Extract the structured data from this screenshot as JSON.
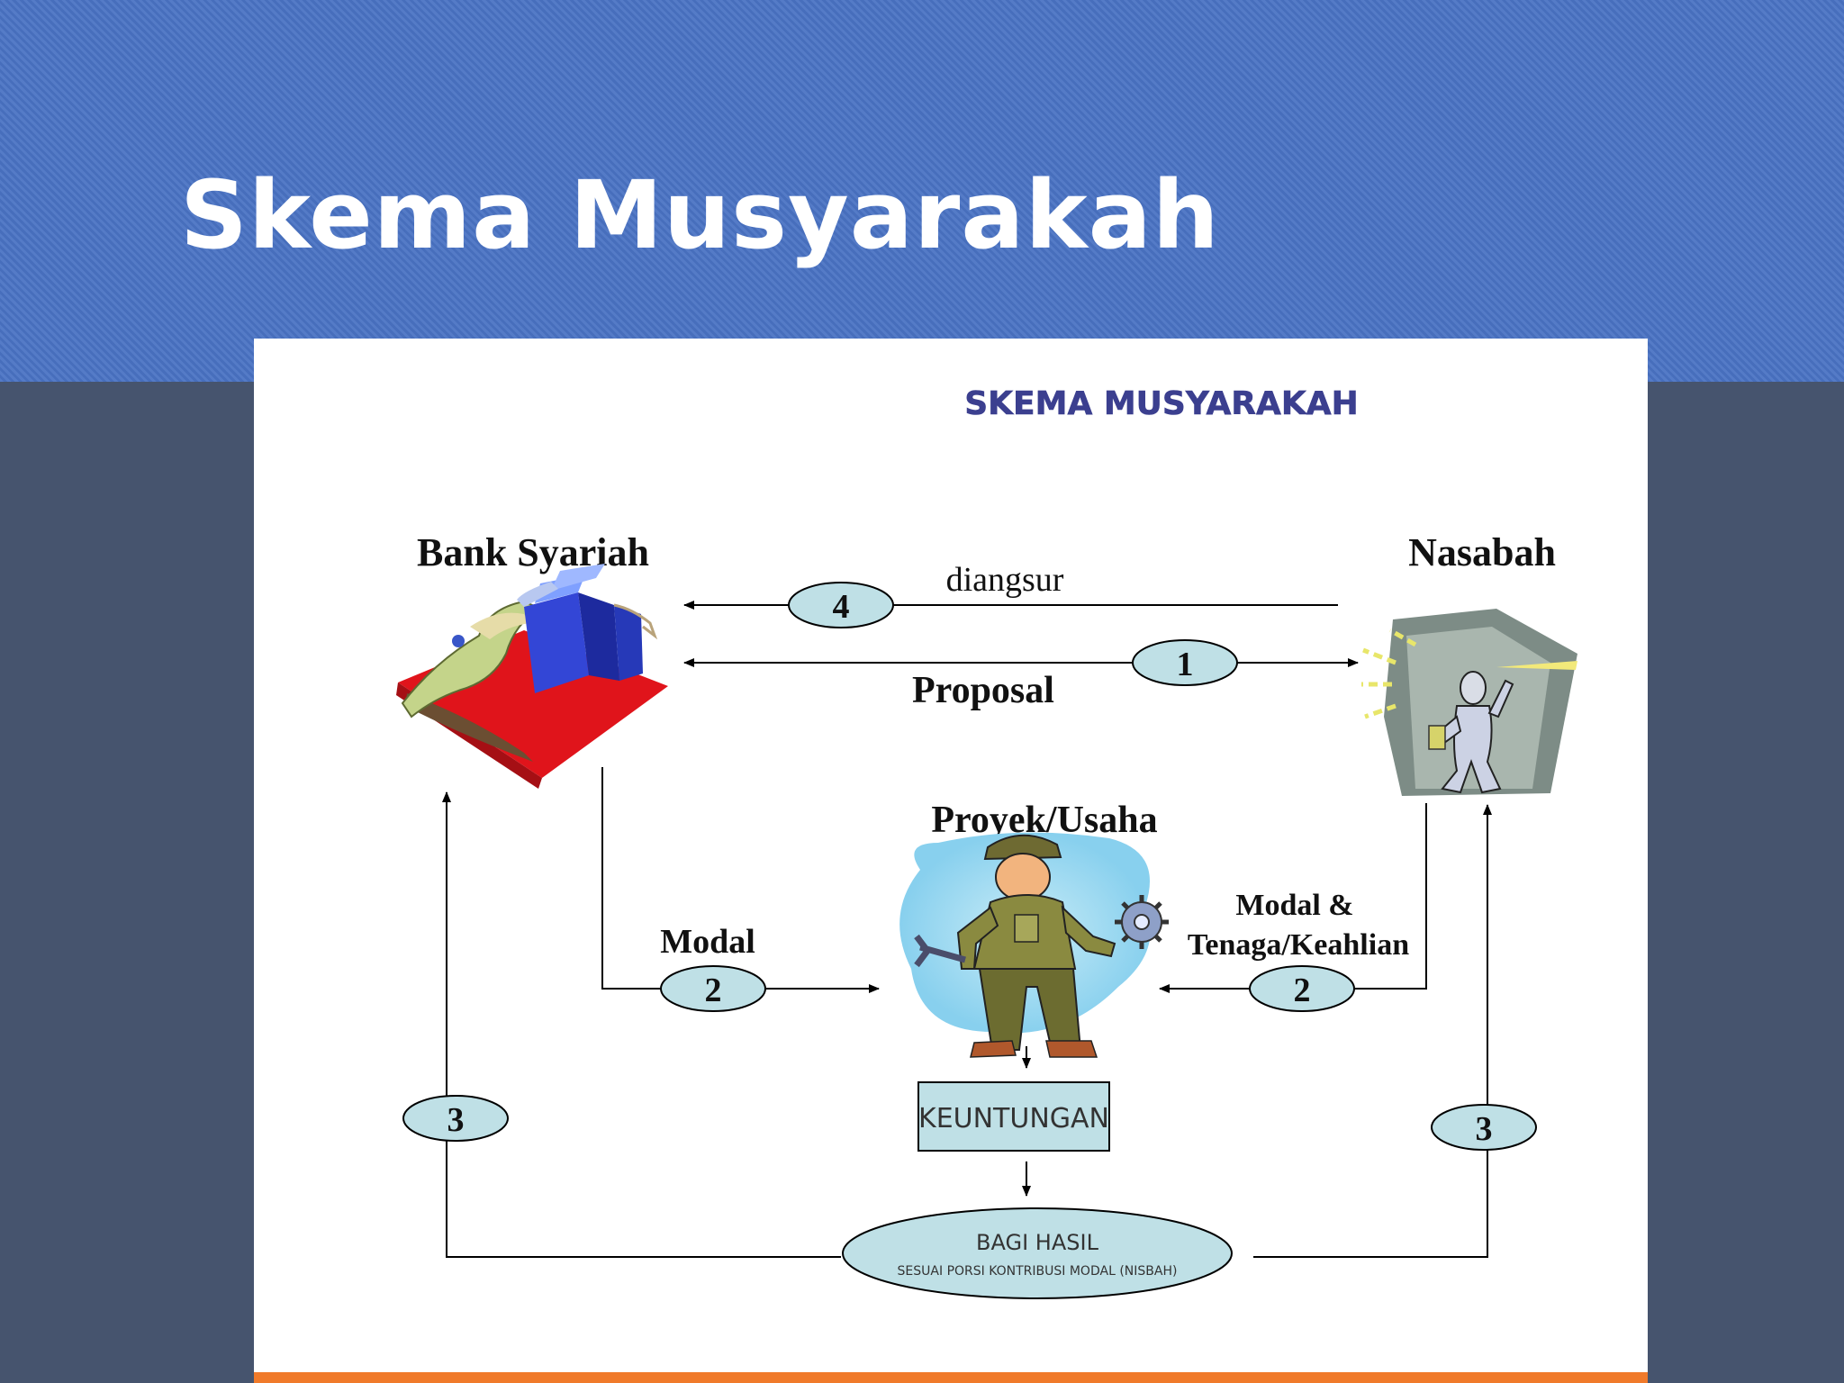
{
  "slide": {
    "title": "Skema Musyarakah"
  },
  "diagram": {
    "title": "SKEMA MUSYARAKAH",
    "nodes": {
      "bank": "Bank Syariah",
      "nasabah": "Nasabah",
      "project": "Proyek/Usaha",
      "keuntungan": "KEUNTUNGAN",
      "bagi_hasil": "BAGI HASIL",
      "bagi_hasil_note": "SESUAI PORSI KONTRIBUSI MODAL (NISBAH)"
    },
    "flows": {
      "installment": {
        "step": "4",
        "label": "diangsur"
      },
      "proposal": {
        "step": "1",
        "label": "Proposal"
      },
      "bank_capital": {
        "step": "2",
        "label": "Modal"
      },
      "client_capital": {
        "step": "2",
        "label_line1": "Modal &",
        "label_line2": "Tenaga/Keahlian"
      },
      "share_bank": {
        "step": "3"
      },
      "share_client": {
        "step": "3"
      }
    },
    "colors": {
      "badge_fill": "#bfe0e6",
      "title_color": "#3b3f8f",
      "box_fill": "#bfe0e6"
    }
  }
}
